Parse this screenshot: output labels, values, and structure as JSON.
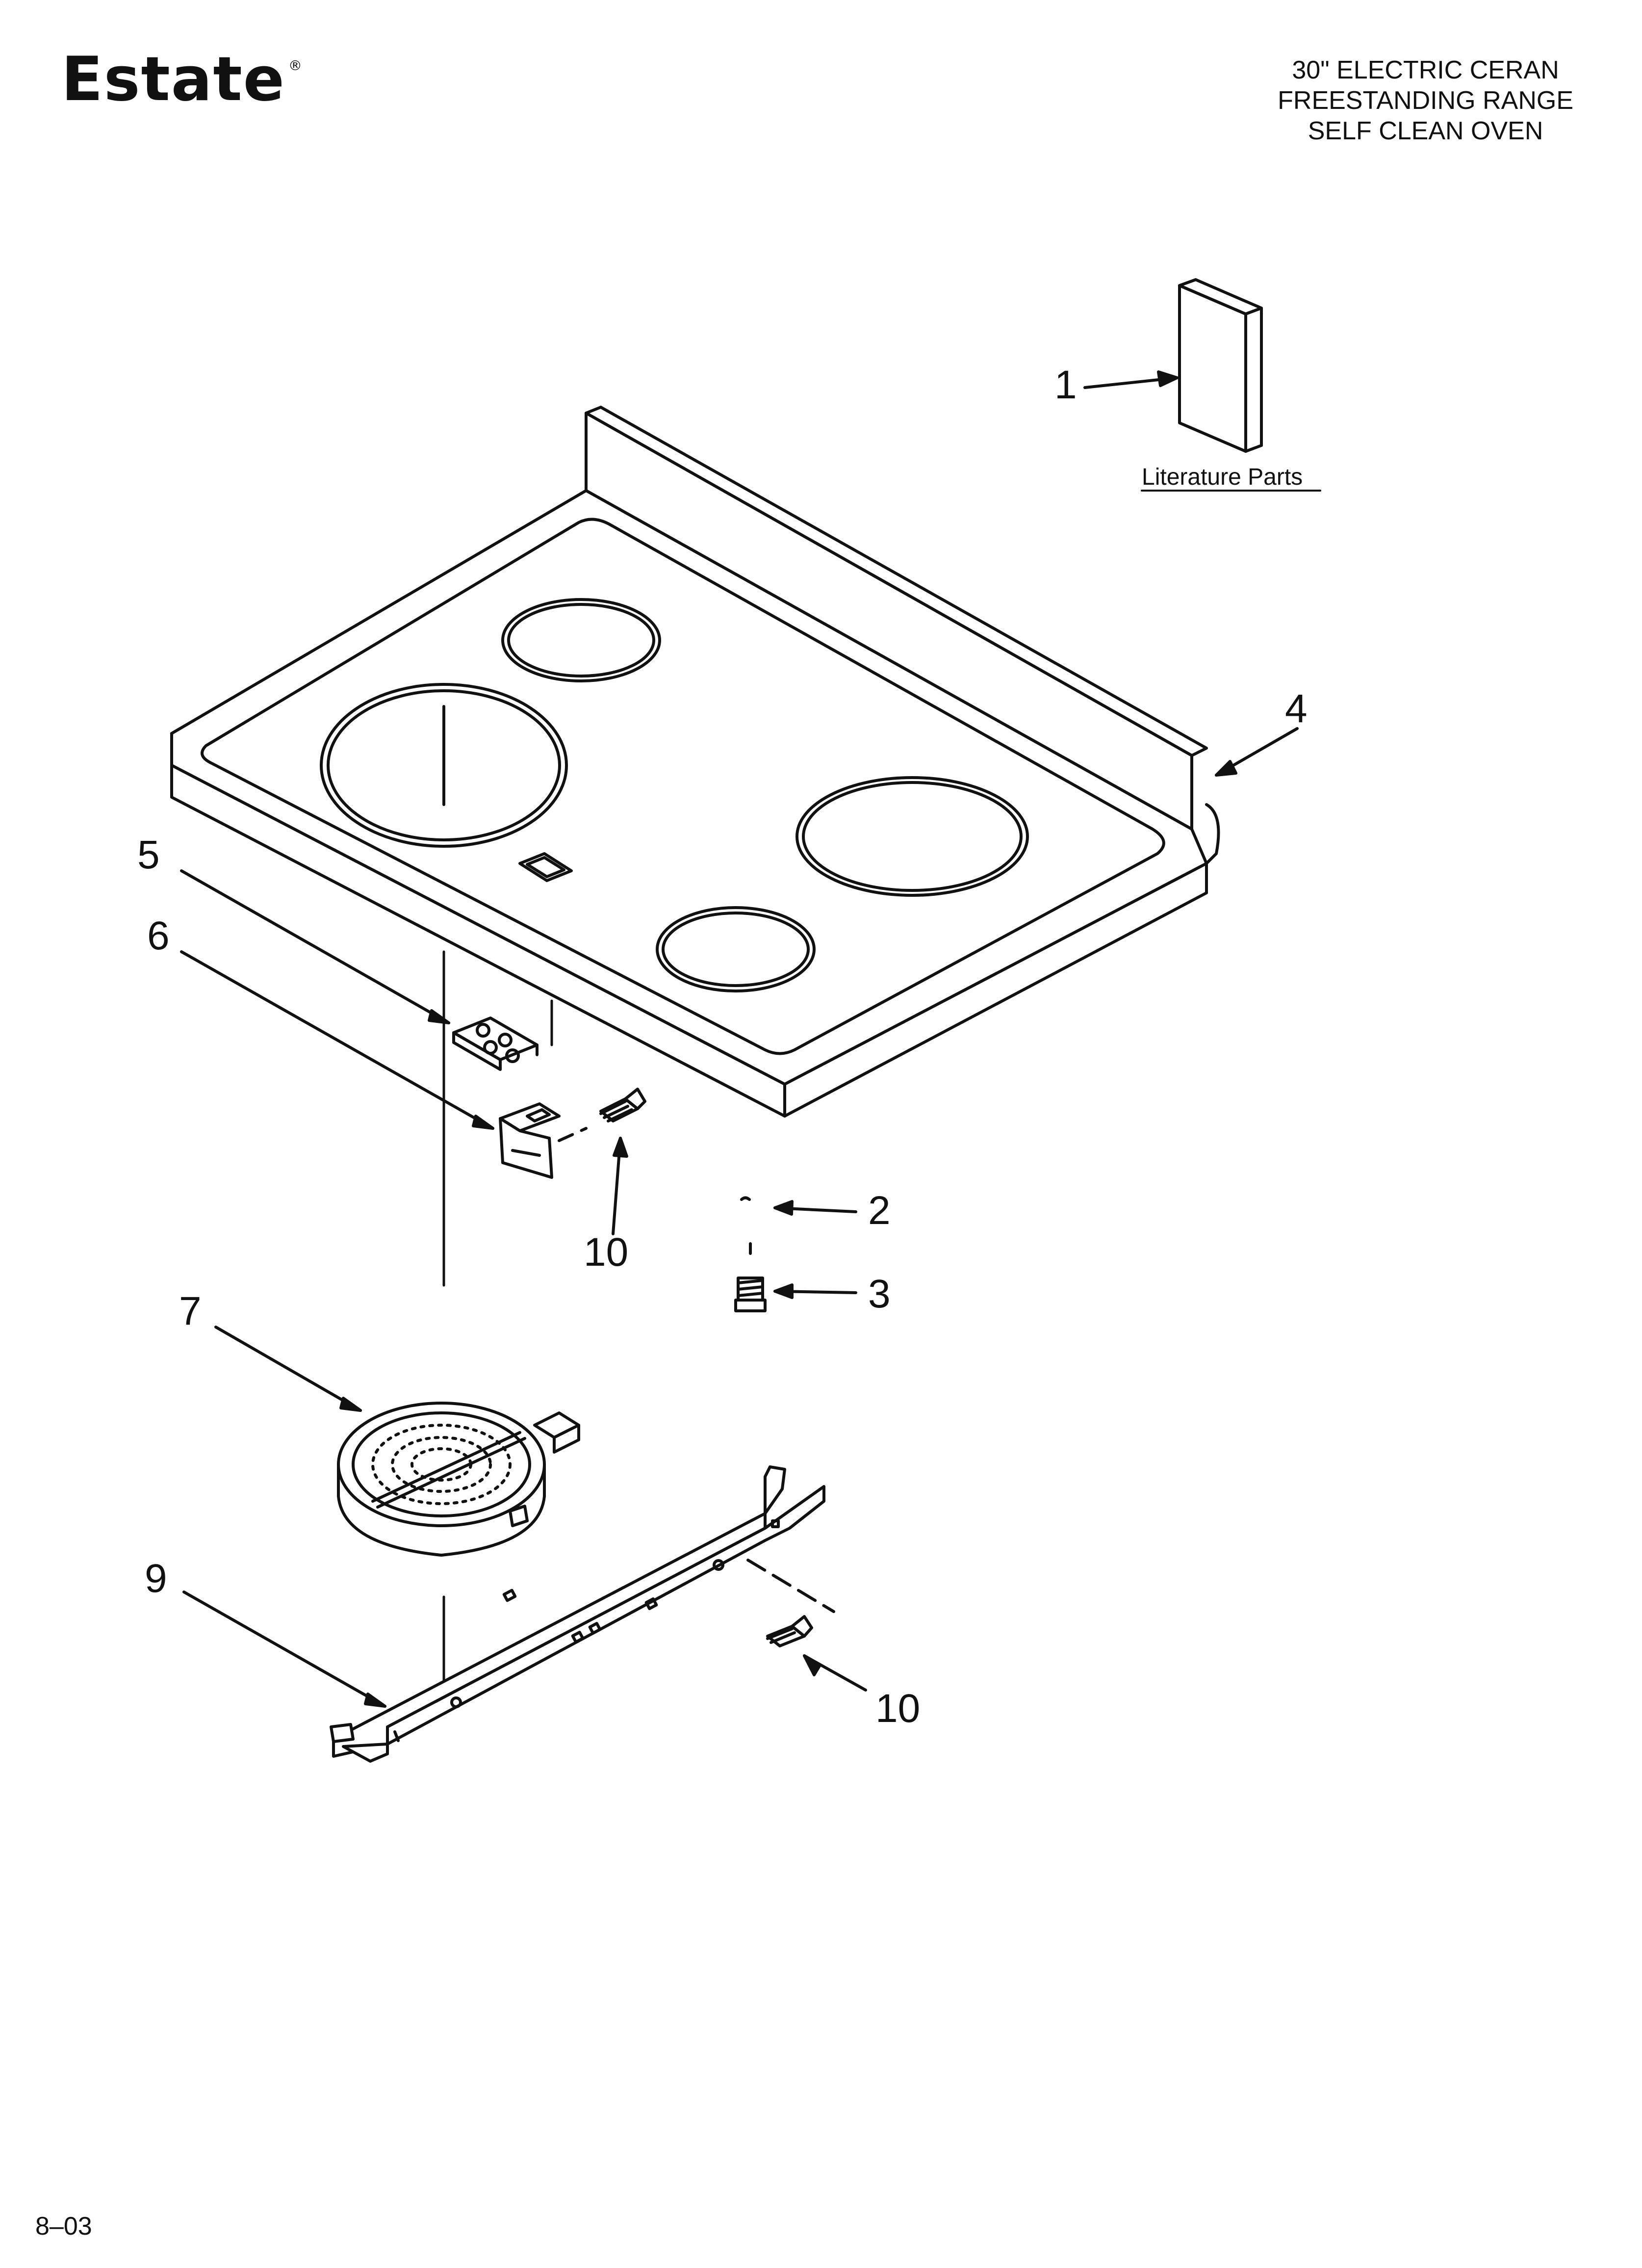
{
  "brand": "Estate",
  "brand_mark": "®",
  "header": {
    "lines": [
      "30\" ELECTRIC CERAN",
      "FREESTANDING RANGE",
      "SELF CLEAN OVEN"
    ]
  },
  "literature_label": "Literature Parts",
  "callouts": {
    "c1": "1",
    "c2": "2",
    "c3": "3",
    "c4": "4",
    "c5": "5",
    "c6": "6",
    "c7": "7",
    "c9": "9",
    "c10a": "10",
    "c10b": "10"
  },
  "footer_code": "8–03"
}
